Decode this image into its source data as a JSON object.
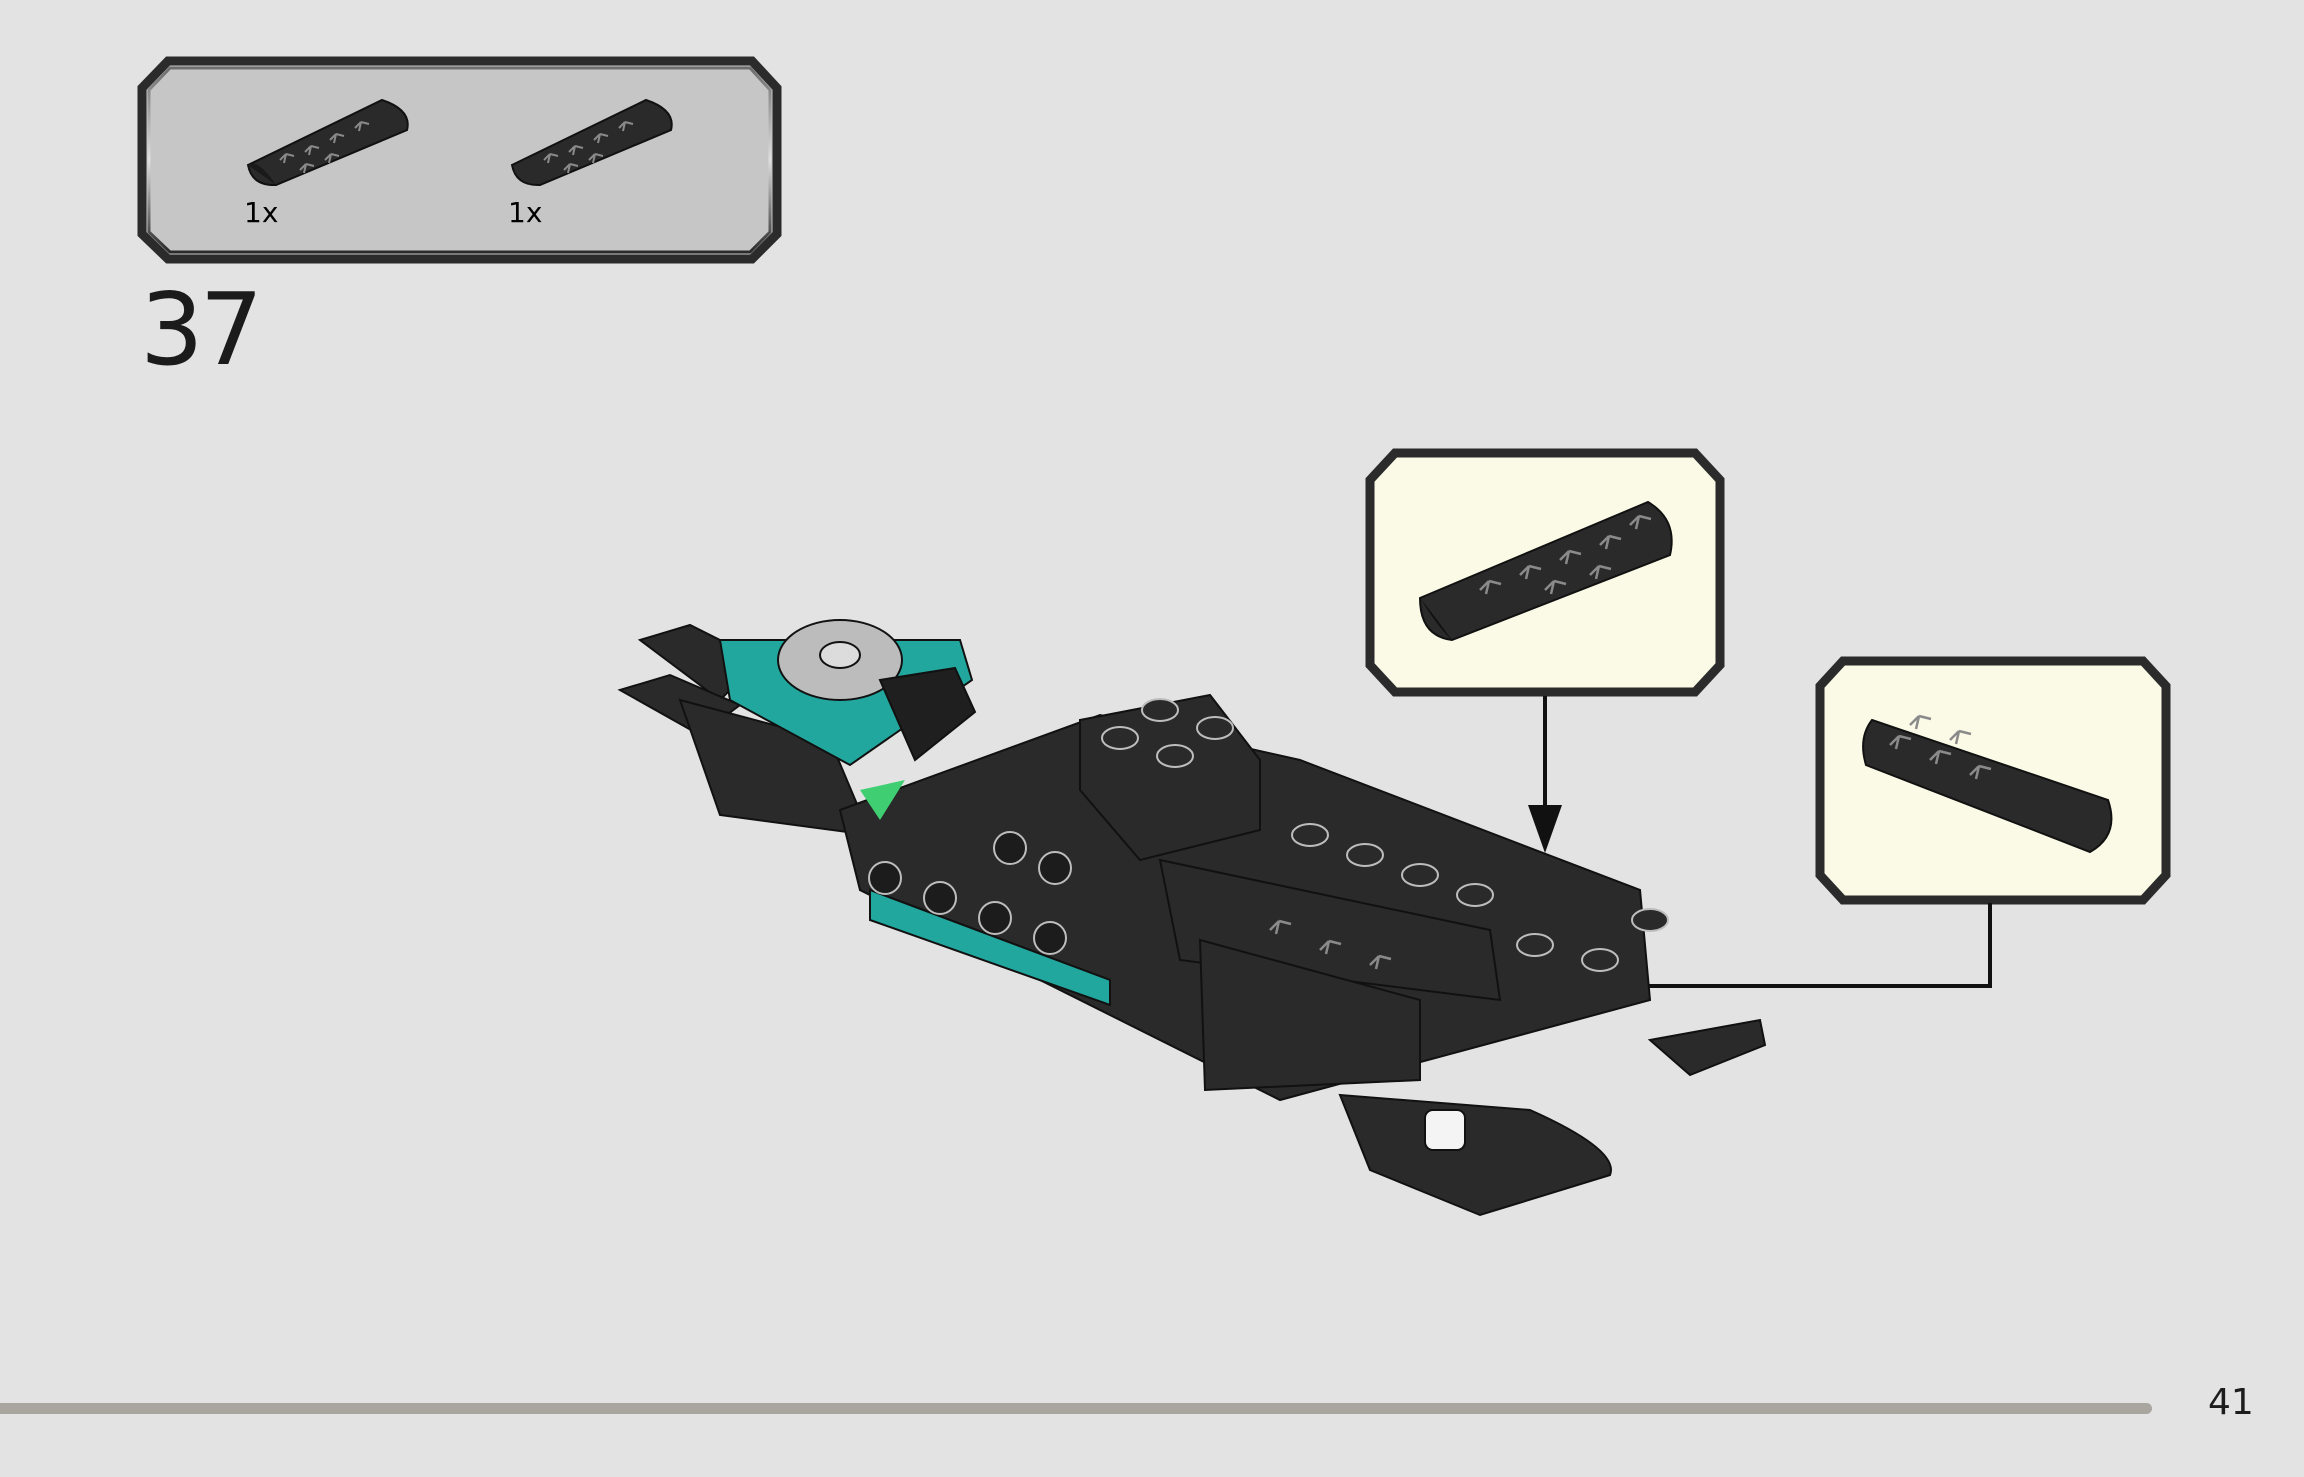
{
  "step": {
    "number": "37"
  },
  "parts_list": {
    "items": [
      {
        "part": "black-curved-slope-with-star-pattern",
        "quantity": "1x"
      },
      {
        "part": "black-curved-slope-with-star-pattern",
        "quantity": "1x"
      }
    ]
  },
  "callouts": [
    {
      "part": "black-curved-slope-with-star-pattern"
    },
    {
      "part": "black-curved-slope-with-star-pattern"
    }
  ],
  "page": {
    "number": "41"
  },
  "colors": {
    "background": "#e3e3e3",
    "parts_panel": "#c6c6c6",
    "callout_panel": "#fbfae6",
    "brick_black": "#2a2a2a",
    "brick_teal": "#22a79e",
    "progress_track": "#a9a69f"
  }
}
